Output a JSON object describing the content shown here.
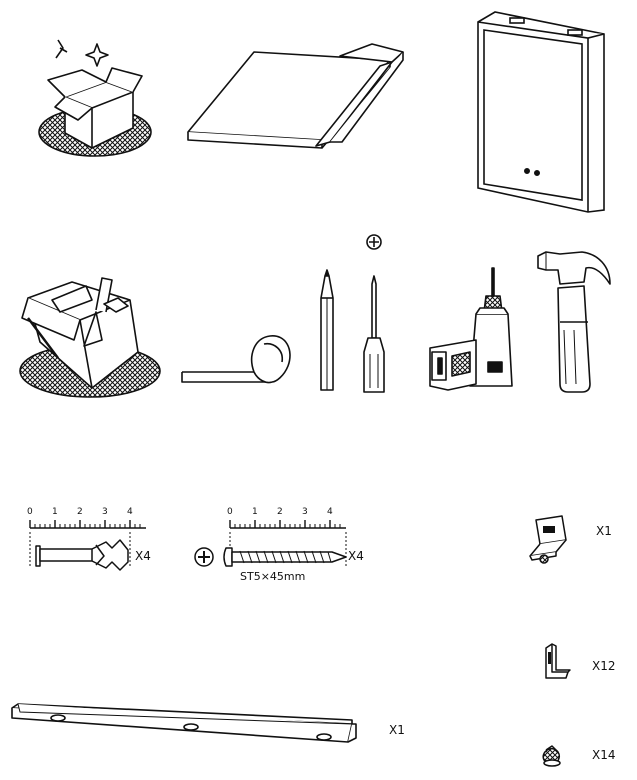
{
  "parts": {
    "anchor": {
      "qty": "X4",
      "ruler": [
        "0",
        "1",
        "2",
        "3",
        "4"
      ]
    },
    "screw": {
      "qty": "X4",
      "spec": "ST5×45mm",
      "ruler": [
        "0",
        "1",
        "2",
        "3",
        "4"
      ]
    },
    "hanger": {
      "qty": "X1"
    },
    "bracket": {
      "qty": "X12"
    },
    "knob": {
      "qty": "X14"
    },
    "rail": {
      "qty": "X1"
    }
  },
  "icons": {
    "unbox": "unbox-icon",
    "protective-board": "protective-board-icon",
    "cabinet": "cabinet-icon",
    "toolbox": "toolbox-icon",
    "tape-measure": "tape-measure-icon",
    "pencil": "pencil-icon",
    "phillips-screwdriver": "screwdriver-icon",
    "drill": "drill-icon",
    "hammer": "hammer-icon"
  }
}
